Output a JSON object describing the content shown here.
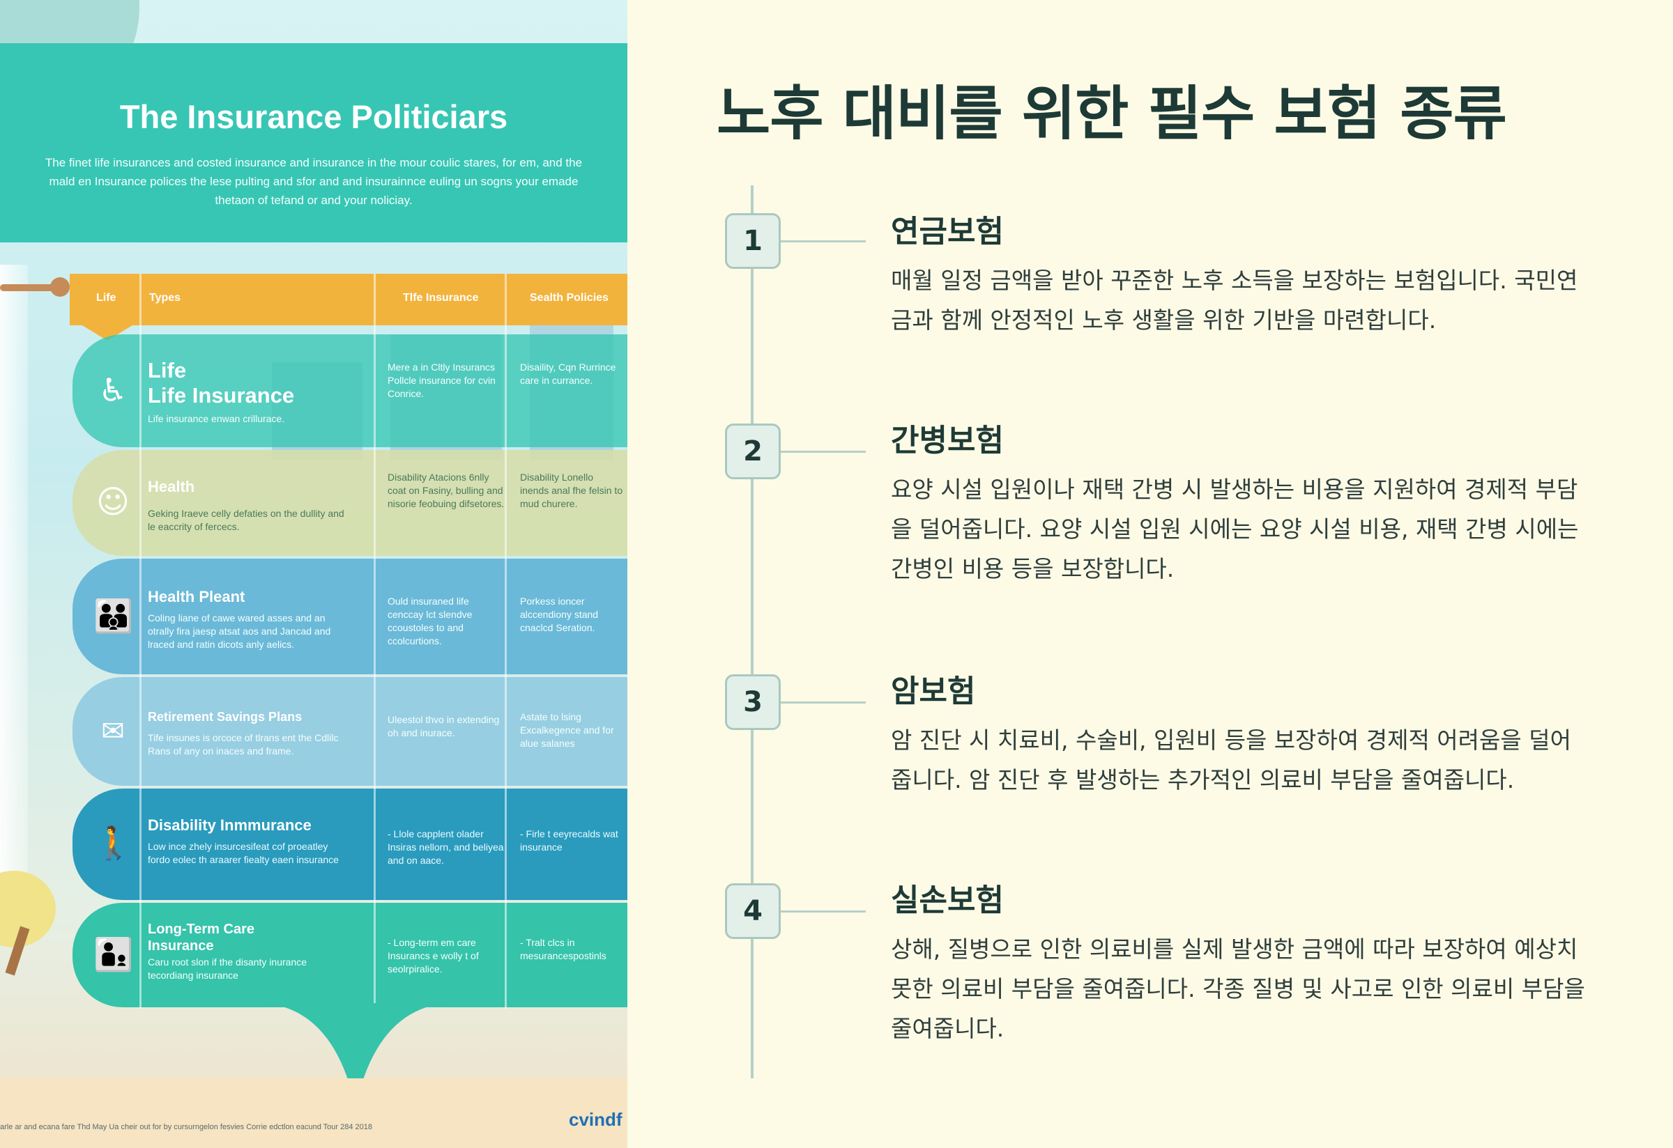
{
  "poster": {
    "title": "The Insurance Politiciars",
    "subtitle": "The finet life insurances and costed insurance and insurance in the mour coulic stares, for em, and the mald en Insurance polices the lese pulting and sfor and and insurainnce euling un sogns your emade thetaon of tefand or and your noliciay.",
    "columns": [
      "Life",
      "Types",
      "Tlfe Insurance",
      "Sealth Policies"
    ],
    "rows": [
      {
        "title1": "Life",
        "title2": "Life Insurance",
        "desc": "Life insurance enwan crillurace.",
        "col2": "Mere a in Cltly Insurancs Pollcle insurance for cvin Conrice.",
        "col3": "Disaility, Cqn Rurrince care in currance."
      },
      {
        "title": "Health",
        "desc": "Geking Iraeve celly defaties on the dullity and le eaccrity of fercecs.",
        "col2": "Disability Atacions 6nlly coat on Fasiny, bulling and nisorie feobuing difsetores.",
        "col3": "Disability Lonello inends anal fhe felsin to mud churere."
      },
      {
        "title": "Health Pleant",
        "desc": "Coling liane of cawe wared asses and an otrally fira jaesp atsat aos and Jancad and lraced and ratin dicots anly aelics.",
        "col2": "Ould insuraned life cenccay lct slendve ccoustoles to and ccolcurtions.",
        "col3": "Porkess ioncer alccendiony stand cnaclcd Seration."
      },
      {
        "title": "Retirement Savings Plans",
        "desc": "Tife insunes is orcoce of tlrans ent the Cdlilc Rans of any on inaces and frame.",
        "col2": "Uleestol thvo in extending oh and inurace.",
        "col3": "Astate to lsing Excalkegence and for alue salanes"
      },
      {
        "title": "Disability Inmmurance",
        "desc": "Low ince zhely insurcesifeat cof proeatley fordo eolec th araarer fiealty eaen insurance",
        "col2": "- Llole capplent olader Insiras nellorn, and beliyea and on aace.",
        "col3": "- Firle t eeyrecalds wat insurance"
      },
      {
        "title": "Long-Term Care Insurance",
        "desc": "Caru root slon if the disanty inurance tecordiang insurance",
        "col2": "- Long-term em care Insurancs e wolly t of seolrpiralice.",
        "col3": "- Tralt clcs in mesurancespostinls"
      }
    ],
    "footer": "arle ar and ecana fare Thd May Ua cheir out for by cursurngelon fesvies Corrie edctlon eacund Tour 284 2018",
    "brand": "cvindf"
  },
  "main": {
    "title": "노후 대비를 위한 필수 보험 종류",
    "steps": [
      {
        "num": "1",
        "title": "연금보험",
        "desc": "매월 일정 금액을 받아 꾸준한 노후 소득을 보장하는 보험입니다. 국민연금과 함께 안정적인 노후 생활을 위한 기반을 마련합니다."
      },
      {
        "num": "2",
        "title": "간병보험",
        "desc": "요양 시설 입원이나 재택 간병 시 발생하는 비용을 지원하여 경제적 부담을 덜어줍니다. 요양 시설 입원 시에는 요양 시설 비용, 재택 간병 시에는 간병인 비용 등을 보장합니다."
      },
      {
        "num": "3",
        "title": "암보험",
        "desc": "암 진단 시 치료비, 수술비, 입원비 등을 보장하여 경제적 어려움을 덜어줍니다. 암 진단 후 발생하는 추가적인 의료비 부담을 줄여줍니다."
      },
      {
        "num": "4",
        "title": "실손보험",
        "desc": "상해, 질병으로 인한 의료비를 실제 발생한 금액에 따라 보장하여 예상치 못한 의료비 부담을 줄여줍니다. 각종 질병 및 사고로 인한 의료비 부담을 줄여줍니다."
      }
    ]
  },
  "colors": {
    "background": "#fdfbe6",
    "heading": "#1e3a36",
    "teal": "#37c6b4",
    "orange": "#f2b33d",
    "timeline": "#b7cfc8"
  },
  "icons": [
    "person-cane-icon",
    "health-icon",
    "family-icon",
    "envelope-icon",
    "walking-icon",
    "care-icon"
  ]
}
